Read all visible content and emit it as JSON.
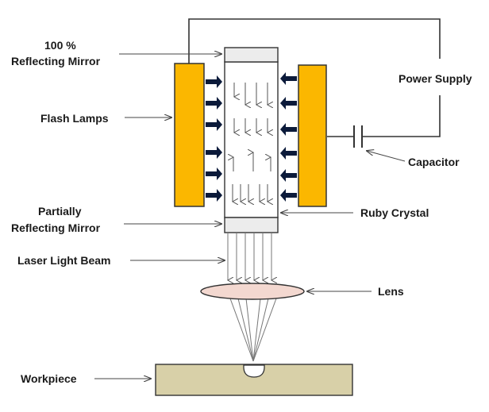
{
  "labels": {
    "mirror_full_line1": "100 %",
    "mirror_full_line2": "Reflecting Mirror",
    "flash_lamps": "Flash Lamps",
    "power_supply": "Power Supply",
    "capacitor": "Capacitor",
    "partial_mirror_line1": "Partially",
    "partial_mirror_line2": "Reflecting  Mirror",
    "ruby_crystal": "Ruby Crystal",
    "laser_beam": "Laser Light Beam",
    "lens": "Lens",
    "workpiece": "Workpiece"
  },
  "colors": {
    "lamp": "#fbb700",
    "lamp_border": "#333333",
    "mirror": "#ececec",
    "crystal": "#ffffff",
    "lens": "#f3d8d0",
    "workpiece": "#d8d0a8",
    "line": "#333333",
    "ray": "#777777",
    "pump_arrow": "#0b1a3a"
  },
  "icons": {
    "pump_arrows": "right-and-left-arrows",
    "photon_arrows": "thin-down-and-up-arrows",
    "pointer_arrows": "thin-pointer-arrows"
  }
}
